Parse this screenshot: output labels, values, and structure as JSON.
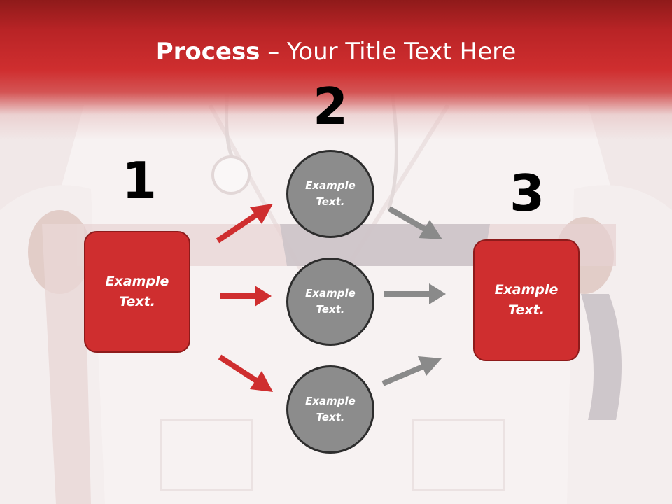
{
  "title": {
    "bold": "Process",
    "rest": " – Your Title Text Here"
  },
  "steps": {
    "n1": "1",
    "n2": "2",
    "n3": "3",
    "box_left": "Example\nText.",
    "box_right": "Example\nText.",
    "circle_top": "Example\nText.",
    "circle_mid": "Example\nText.",
    "circle_bottom": "Example\nText."
  },
  "colors": {
    "red": "#cf2e2f",
    "dark_red": "#8e1b1b",
    "gray": "#8c8c8c",
    "arrow_gray": "#8a8a8a"
  }
}
